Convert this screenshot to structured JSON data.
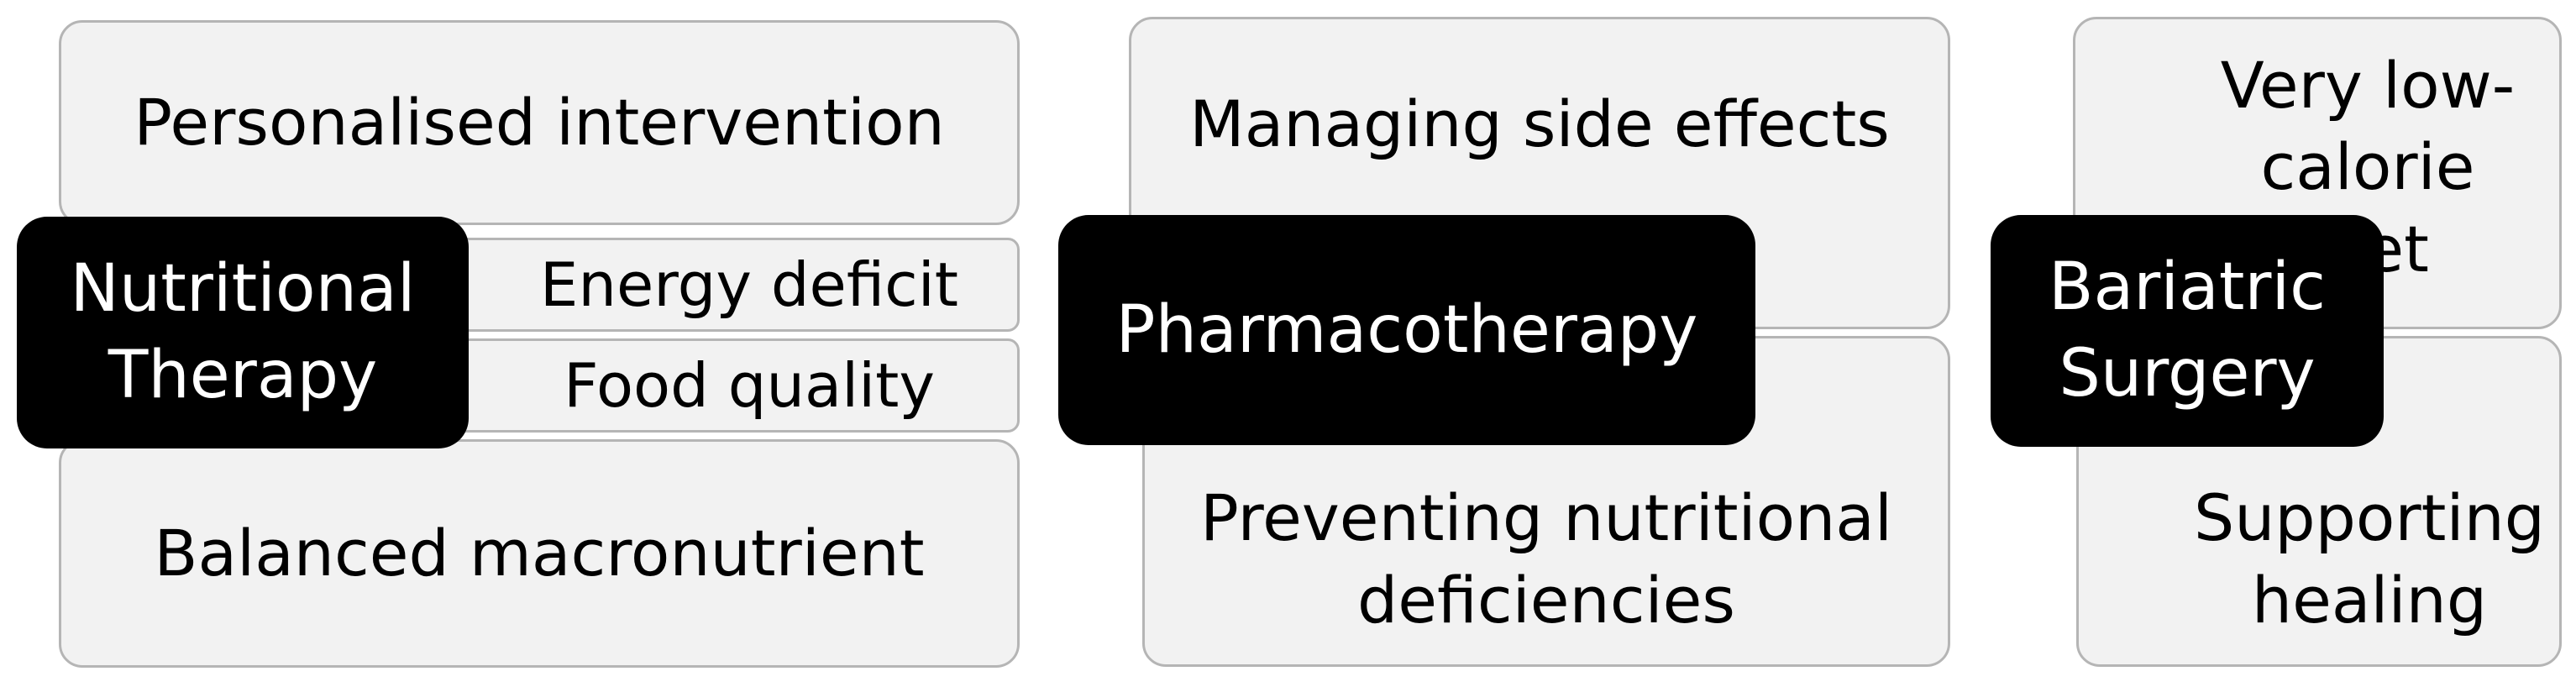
{
  "groups": [
    {
      "hub": "Nutritional\nTherapy",
      "items": [
        "Personalised intervention",
        "Energy deficit",
        "Food quality",
        "Balanced macronutrient"
      ]
    },
    {
      "hub": "Pharmacotherapy",
      "items": [
        "Managing side effects",
        "Preventing nutritional\ndeficiencies"
      ]
    },
    {
      "hub": "Bariatric\nSurgery",
      "items": [
        "Very low-\ncalorie diet",
        "Supporting\nhealing"
      ]
    }
  ]
}
